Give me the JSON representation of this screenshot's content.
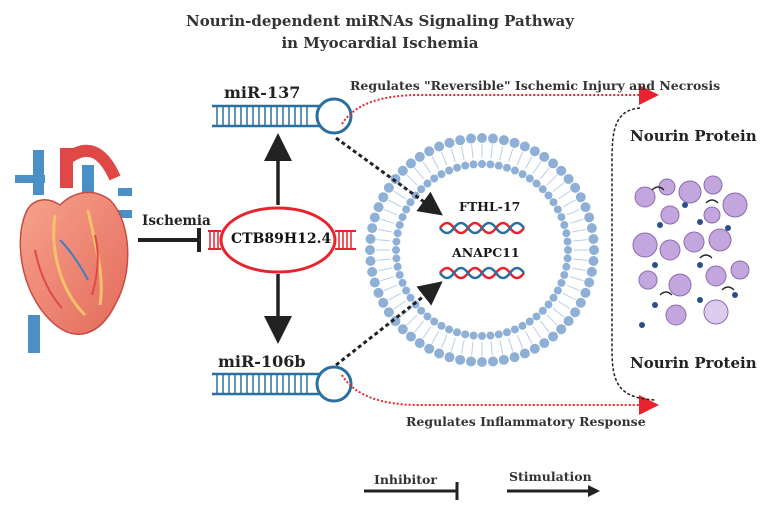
{
  "title_line1": "Nourin-dependent miRNAs Signaling Pathway",
  "title_line2": "in Myocardial Ischemia",
  "mir_top": "miR-137",
  "mir_bottom": "miR-106b",
  "center_lncrna": "CTB89H12.4",
  "ischemia_label": "Ischemia",
  "regulates_top": "Regulates \"Reversible\" Ischemic Injury and Necrosis",
  "regulates_bottom": "Regulates Inflammatory Response",
  "gene_1": "FTHL-17",
  "gene_2": "ANAPC11",
  "protein_top": "Nourin Protein",
  "protein_bottom": "Nourin Protein",
  "legend_inhibitor": "Inhibitor",
  "legend_stimulation": "Stimulation",
  "colors": {
    "red": "#e8232e",
    "blue": "#2b6f9e",
    "membrane": "#8fb0d6",
    "dark": "#222222",
    "purple": "#b79ad6"
  },
  "icons": [
    "heart-icon",
    "rna-hairpin-icon",
    "dna-helix-icon",
    "cell-membrane-icon",
    "protein-cluster-icon"
  ]
}
